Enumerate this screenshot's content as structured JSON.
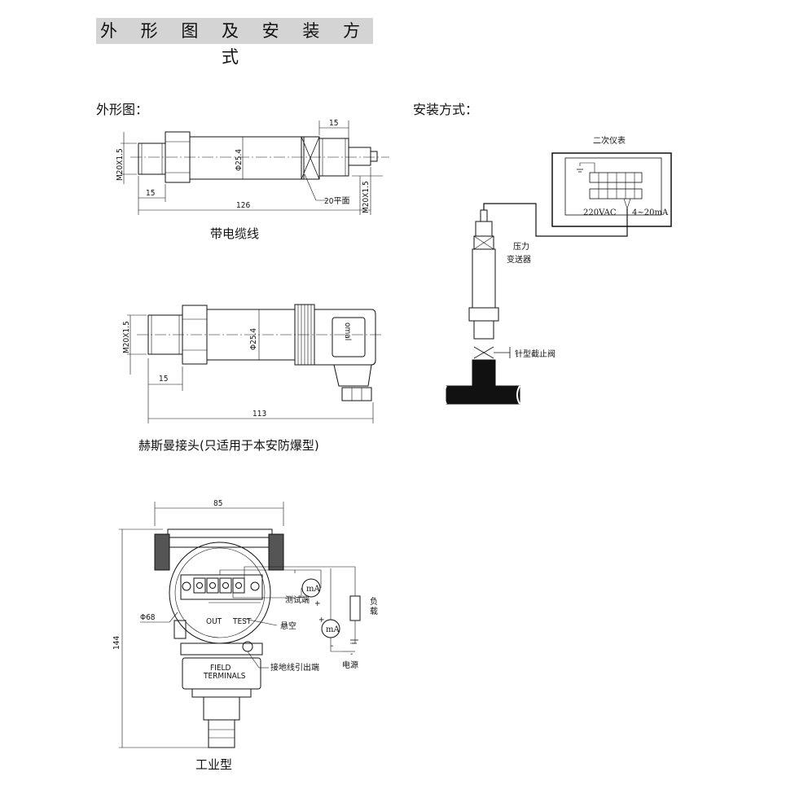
{
  "header": {
    "title": "外 形 图 及 安 装 方 式"
  },
  "sections": {
    "outline_heading": "外形图：",
    "install_heading": "安装方式："
  },
  "captions": {
    "cable": "带电缆线",
    "hirschmann": "赫斯曼接头(只适用于本安防爆型)",
    "industrial": "工业型"
  },
  "dims": {
    "d1_m20": "M20X1.5",
    "d1_15_left": "15",
    "d1_15_right": "15",
    "d1_dia": "Φ25.4",
    "d1_wrench": "20平面",
    "d1_len": "126",
    "d1_m20_right": "M20X1.5",
    "d2_m20": "M20X1.5",
    "d2_dia": "Φ25.4",
    "d2_15": "15",
    "d2_len": "113",
    "d2_brand": "omal",
    "d3_width": "85",
    "d3_dia": "Φ68",
    "d3_height": "144"
  },
  "install_labels": {
    "secondary_instrument": "二次仪表",
    "voltage": "220VAC",
    "current": "4~20mA",
    "transmitter_line1": "压力",
    "transmitter_line2": "变送器",
    "valve": "针型截止阀"
  },
  "industrial_labels": {
    "test_end": "测试端",
    "suspended": "悬空",
    "ground_lead": "接地线引出端",
    "load_line1": "负",
    "load_line2": "载",
    "power": "电源",
    "out": "OUT",
    "test": "TEST",
    "field_line1": "FIELD",
    "field_line2": "TERMINALS",
    "meter": "mA",
    "plus": "+",
    "minus": "-",
    "plus2": "+",
    "minus2": "-"
  }
}
